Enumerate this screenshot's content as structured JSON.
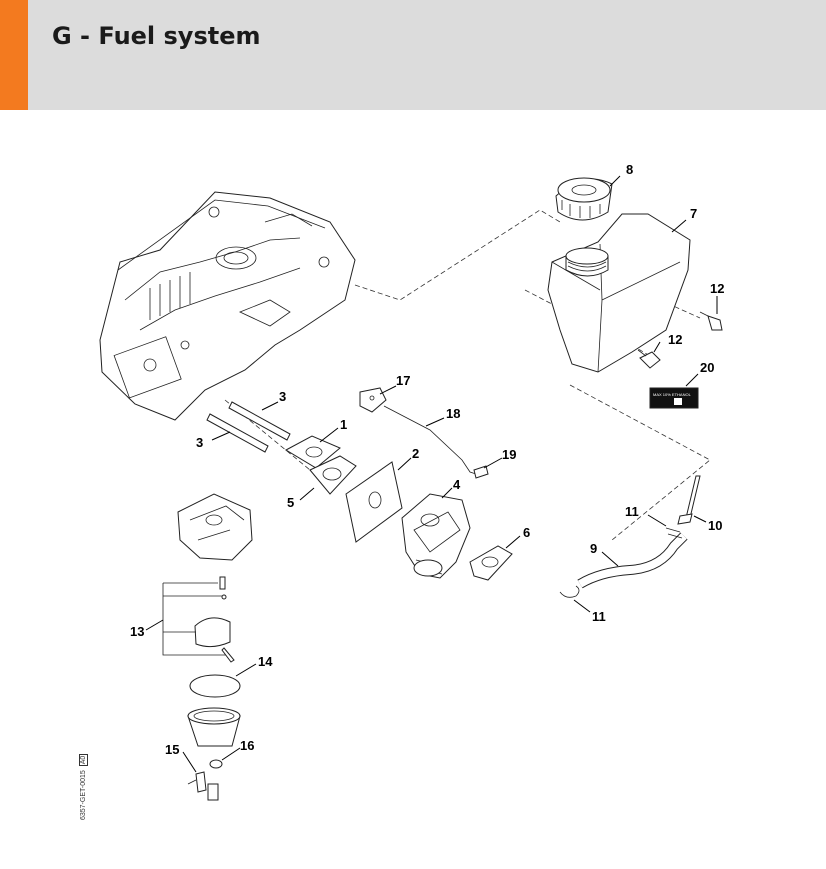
{
  "header": {
    "title": "G - Fuel system",
    "accent_color": "#f37a1f",
    "background_color": "#dcdcdc"
  },
  "callouts": {
    "c1": "1",
    "c2": "2",
    "c3a": "3",
    "c3b": "3",
    "c4": "4",
    "c5": "5",
    "c6": "6",
    "c7": "7",
    "c8": "8",
    "c9": "9",
    "c10": "10",
    "c11a": "11",
    "c11b": "11",
    "c12a": "12",
    "c12b": "12",
    "c13": "13",
    "c14": "14",
    "c15": "15",
    "c16": "16",
    "c17": "17",
    "c18": "18",
    "c19": "19",
    "c20": "20"
  },
  "decal_text": "MAX 10% ETHANOL",
  "drawing_code": "6357-GET-0015",
  "drawing_code_box": "A0"
}
